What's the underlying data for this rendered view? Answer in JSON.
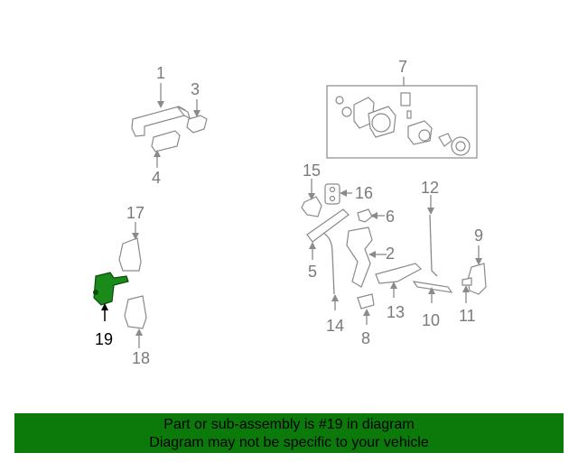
{
  "callouts": {
    "c1": "1",
    "c2": "2",
    "c3": "3",
    "c4": "4",
    "c5": "5",
    "c6": "6",
    "c7": "7",
    "c8": "8",
    "c9": "9",
    "c10": "10",
    "c11": "11",
    "c12": "12",
    "c13": "13",
    "c14": "14",
    "c15": "15",
    "c16": "16",
    "c17": "17",
    "c18": "18",
    "c19": "19"
  },
  "highlight": {
    "part_number": "19",
    "color": "#1a8a1a",
    "label_color": "#000000"
  },
  "banner": {
    "line1": "Part or sub-assembly is #19 in diagram",
    "line2": "Diagram may not be specific to your vehicle",
    "background": "#0b7a0b"
  }
}
